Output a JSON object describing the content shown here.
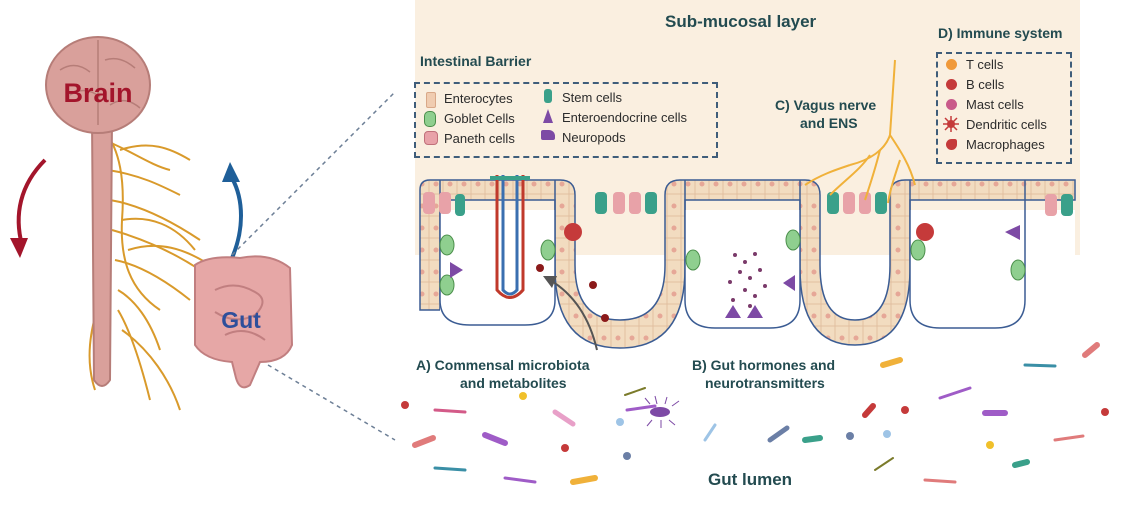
{
  "left_panel": {
    "brain_label": "Brain",
    "gut_label": "Gut"
  },
  "right_panel": {
    "submucosal_title": "Sub-mucosal layer",
    "lumen_title": "Gut lumen",
    "barrier_title": "Intestinal Barrier",
    "barrier_legend": [
      "Enterocytes",
      "Goblet Cells",
      "Paneth cells",
      "Stem cells",
      "Enteroendocrine cells",
      "Neuropods"
    ],
    "immune_title": "D) Immune system",
    "immune_legend": [
      "T cells",
      "B cells",
      "Mast cells",
      "Dendritic cells",
      "Macrophages"
    ],
    "label_a_line1": "A) Commensal microbiota",
    "label_a_line2": "and metabolites",
    "label_b_line1": "B) Gut hormones and",
    "label_b_line2": "neurotransmitters",
    "label_c_line1": "C) Vagus nerve",
    "label_c_line2": "and ENS"
  },
  "colors": {
    "submucosa_bg": "#faefe0",
    "brain_fill": "#d9a09b",
    "brain_text": "#a3152b",
    "gut_text": "#2e4f9b",
    "nerve": "#d99a2b",
    "arrow_red": "#a3152b",
    "arrow_blue": "#1f5f99",
    "label_text": "#234b50"
  }
}
